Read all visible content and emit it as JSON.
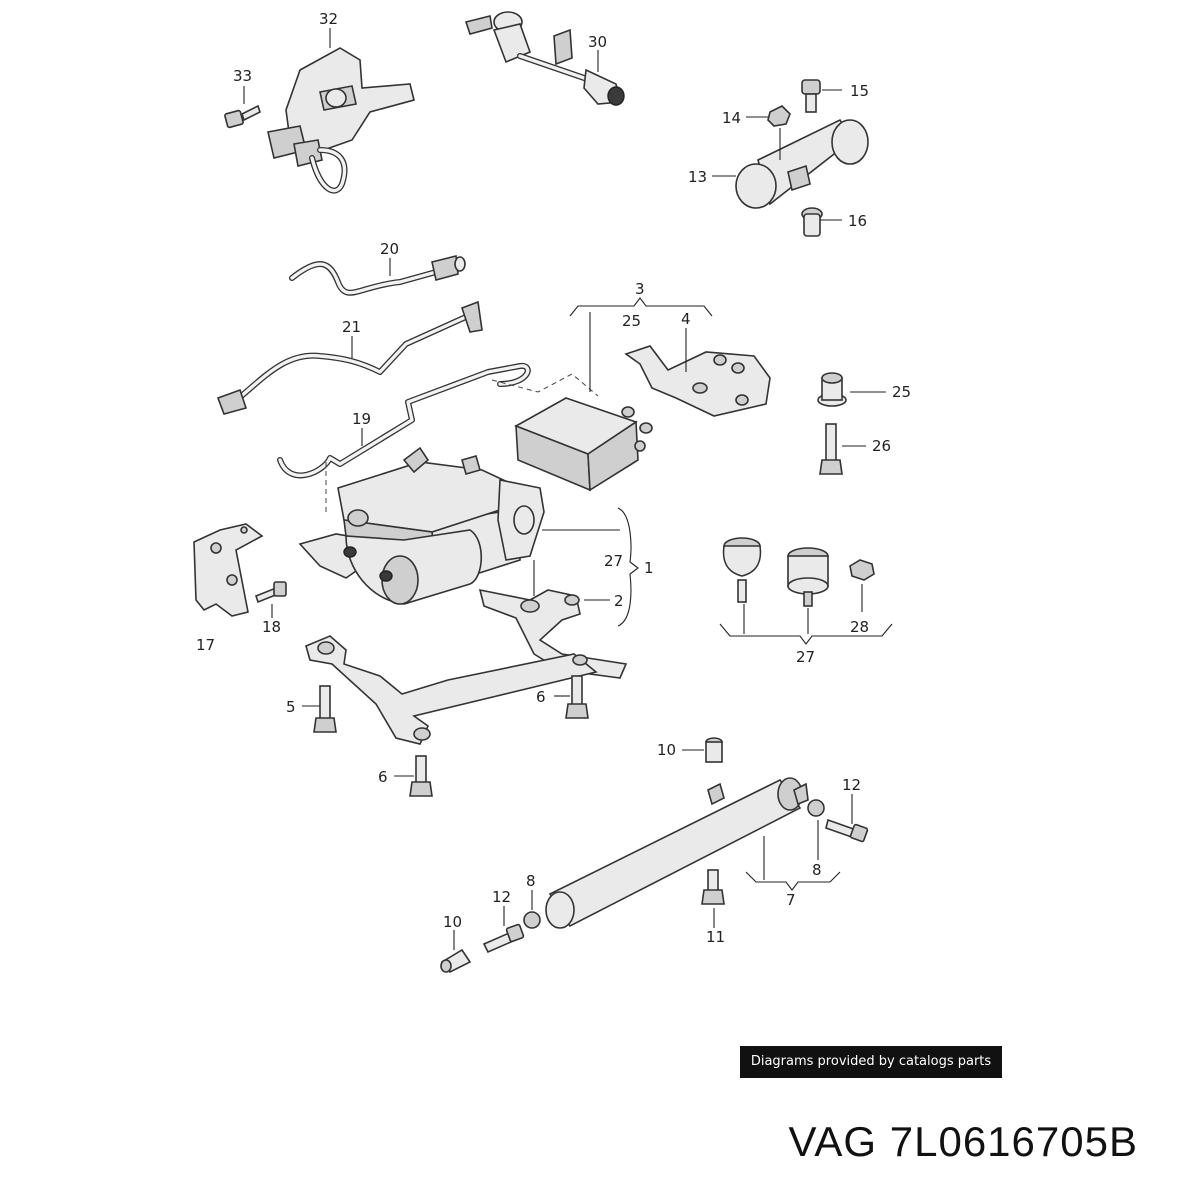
{
  "diagram": {
    "callouts": {
      "c32": "32",
      "c33": "33",
      "c30": "30",
      "c15": "15",
      "c14": "14",
      "c13": "13",
      "c16": "16",
      "c20": "20",
      "c21": "21",
      "c3": "3",
      "c25a": "25",
      "c4": "4",
      "c25b": "25",
      "c26": "26",
      "c19": "19",
      "c27a": "27",
      "c1": "1",
      "c2": "2",
      "c17": "17",
      "c18": "18",
      "c28": "28",
      "c27b": "27",
      "c5": "5",
      "c6a": "6",
      "c6b": "6",
      "c10a": "10",
      "c12a": "12",
      "c8a": "8",
      "c7": "7",
      "c11": "11",
      "c12b": "12",
      "c8b": "8",
      "c10b": "10"
    }
  },
  "footer": {
    "credit": "Diagrams provided by catalogs parts",
    "part_number": "VAG 7L0616705B"
  }
}
